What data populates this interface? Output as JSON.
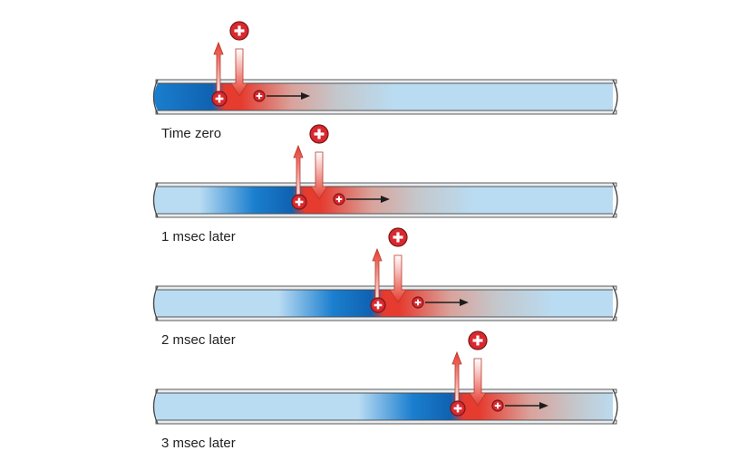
{
  "colors": {
    "axon_fill": "#b9dcf3",
    "depolarized_blue": "#1b7fcf",
    "depolarized_dark": "#0f62b1",
    "rest_gray": "#c4c7cb",
    "current_red": "#e63b2f",
    "ion_red": "#d9282f",
    "ion_dark": "#7a1616",
    "arrow_pink": "#f5b3a5",
    "tube_outline": "#4a4a4a"
  },
  "stages": [
    {
      "id": "t0",
      "caption": "Time zero"
    },
    {
      "id": "t1",
      "caption": "1 msec later"
    },
    {
      "id": "t2",
      "caption": "2 msec later"
    },
    {
      "id": "t3",
      "caption": "3 msec later"
    }
  ],
  "icons": {
    "positive_ion": "plus-circle-icon",
    "ion_flow": "arrow-icon",
    "current_direction": "arrow-right-icon"
  }
}
